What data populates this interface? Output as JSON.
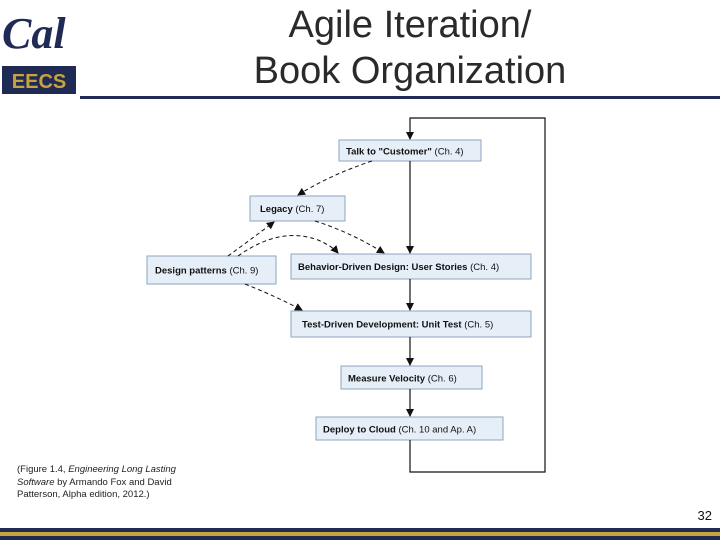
{
  "header": {
    "logo_top": "Cal",
    "logo_bottom": "EECS",
    "title_line1": "Agile Iteration/",
    "title_line2": "Book Organization"
  },
  "diagram": {
    "boxes": {
      "talk_customer": {
        "label": "Talk to \"Customer\"",
        "chapter": "(Ch. 4)"
      },
      "legacy": {
        "label": "Legacy",
        "chapter": "(Ch. 7)"
      },
      "design_patterns": {
        "label": "Design patterns",
        "chapter": "(Ch. 9)"
      },
      "bdd": {
        "label": "Behavior-Driven Design: User Stories",
        "chapter": "(Ch. 4)"
      },
      "tdd": {
        "label": "Test-Driven Development: Unit Test",
        "chapter": "(Ch. 5)"
      },
      "measure_velocity": {
        "label": "Measure Velocity",
        "chapter": "(Ch. 6)"
      },
      "deploy_cloud": {
        "label": "Deploy to Cloud",
        "chapter": "(Ch. 10 and Ap. A)"
      }
    }
  },
  "caption": {
    "prefix": "(Figure 1.4, ",
    "book": "Engineering Long Lasting Software",
    "suffix": " by Armando Fox and David Patterson, Alpha edition, 2012.)"
  },
  "footer": {
    "page_number": "32"
  },
  "colors": {
    "navy": "#1f2a55",
    "gold": "#c8a33a",
    "box_fill": "#e6eef7",
    "box_border": "#8fa6c2"
  }
}
